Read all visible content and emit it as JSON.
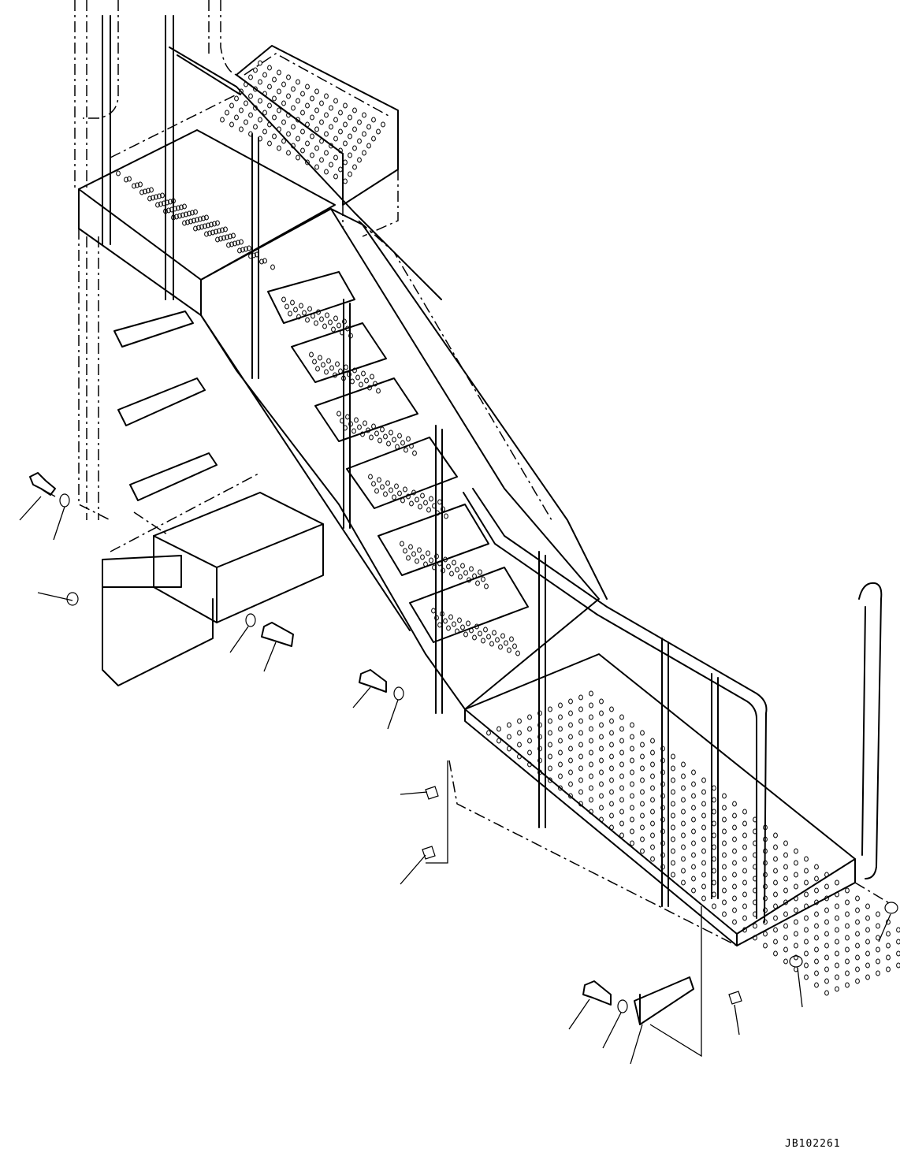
{
  "drawing": {
    "code": "JB102261"
  },
  "leaders": [
    {
      "target": "bolt"
    },
    {
      "target": "washer"
    },
    {
      "target": "cap-screw"
    },
    {
      "target": "washer"
    },
    {
      "target": "bolt"
    },
    {
      "target": "bolt"
    },
    {
      "target": "washer"
    },
    {
      "target": "nut"
    },
    {
      "target": "nut"
    },
    {
      "target": "clip"
    },
    {
      "target": "clip"
    },
    {
      "target": "bolt"
    },
    {
      "target": "washer"
    },
    {
      "target": "plate"
    },
    {
      "target": "nut"
    }
  ]
}
